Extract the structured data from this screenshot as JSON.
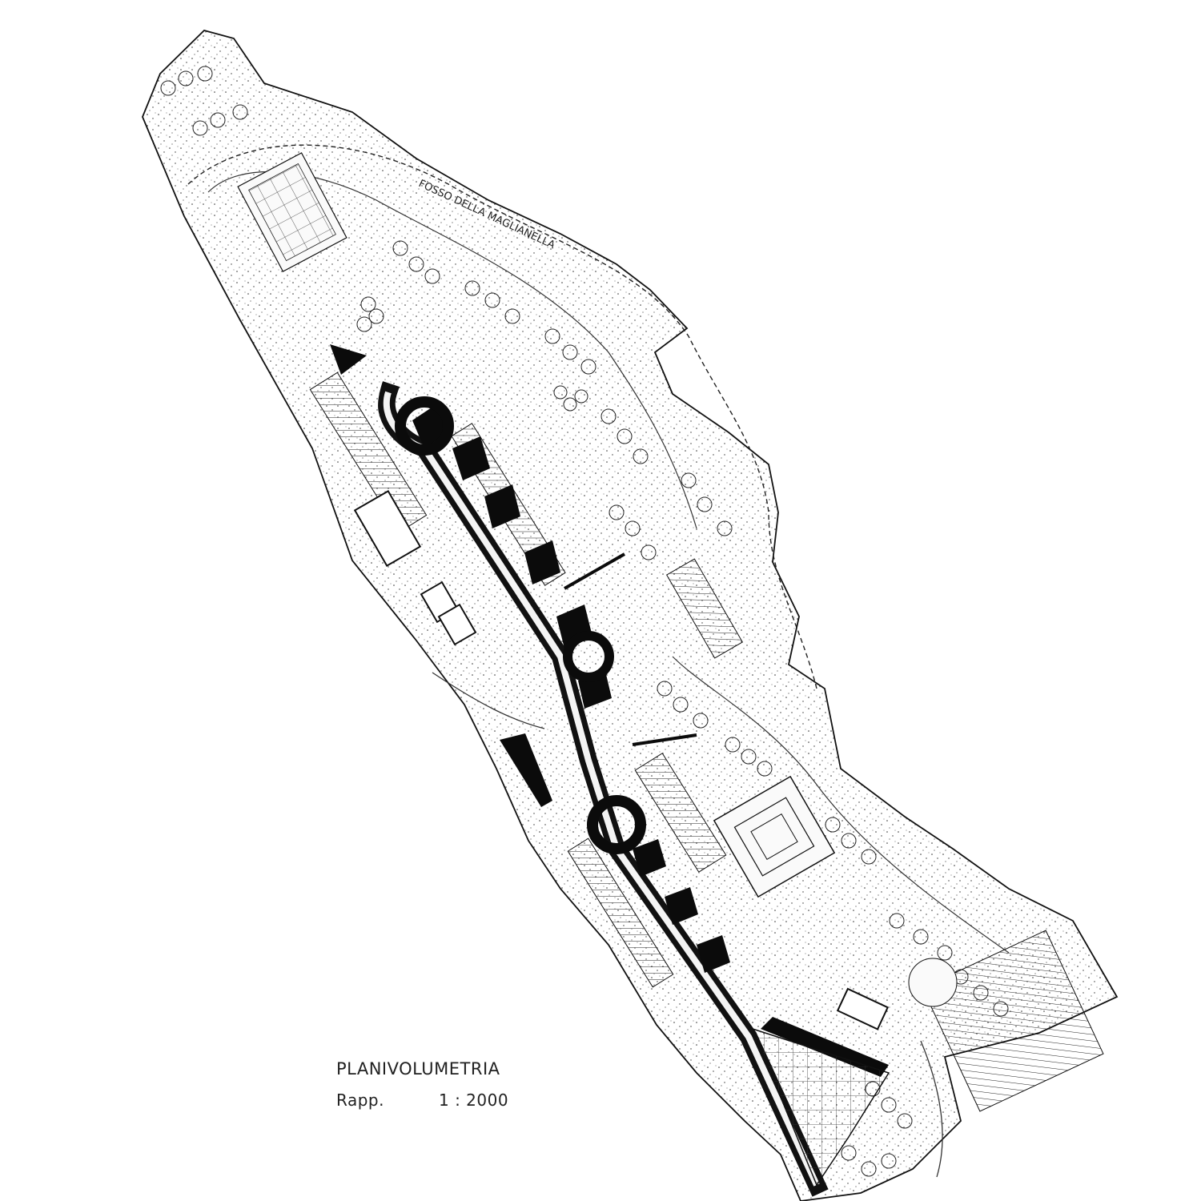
{
  "drawing": {
    "title": "PLANIVOLUMETRIA",
    "scale_label": "Rapp.",
    "scale_value": "1 : 2000",
    "stream_label": "FOSSO DELLA MAGLIANELLA"
  },
  "colors": {
    "paper": "#ffffff",
    "ink": "#111111",
    "site_fill": "#f4f4f4",
    "solid": "#0b0b0b"
  }
}
